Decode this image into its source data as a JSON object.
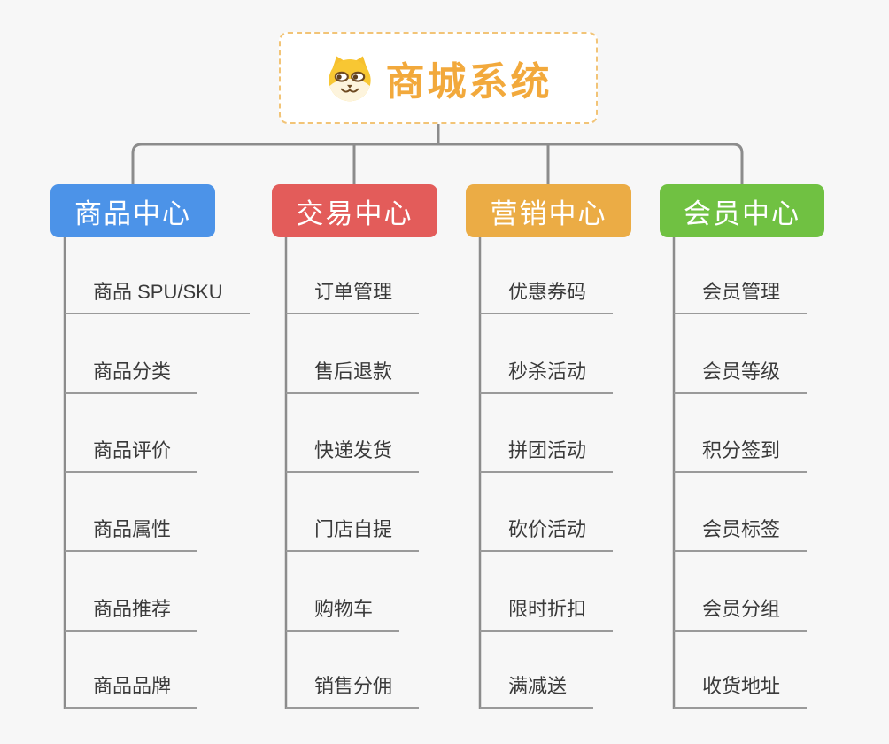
{
  "root": {
    "title": "商城系统",
    "icon": "dog-face-icon",
    "text_color": "#f2a93c",
    "border_color": "#f2c477",
    "background": "#ffffff"
  },
  "branches": [
    {
      "label": "商品中心",
      "color": "#4c93e8",
      "items": [
        "商品 SPU/SKU",
        "商品分类",
        "商品评价",
        "商品属性",
        "商品推荐",
        "商品品牌"
      ]
    },
    {
      "label": "交易中心",
      "color": "#e35c5a",
      "items": [
        "订单管理",
        "售后退款",
        "快递发货",
        "门店自提",
        "购物车",
        "销售分佣"
      ]
    },
    {
      "label": "营销中心",
      "color": "#ebac45",
      "items": [
        "优惠券码",
        "秒杀活动",
        "拼团活动",
        "砍价活动",
        "限时折扣",
        "满减送"
      ]
    },
    {
      "label": "会员中心",
      "color": "#70c142",
      "items": [
        "会员管理",
        "会员等级",
        "积分签到",
        "会员标签",
        "会员分组",
        "收货地址"
      ]
    }
  ],
  "style": {
    "page_background": "#f7f7f7",
    "connector_color": "#8c8c8c",
    "leaf_underline_color": "#9a9a9a",
    "leaf_text_color": "#3a3a3a"
  }
}
